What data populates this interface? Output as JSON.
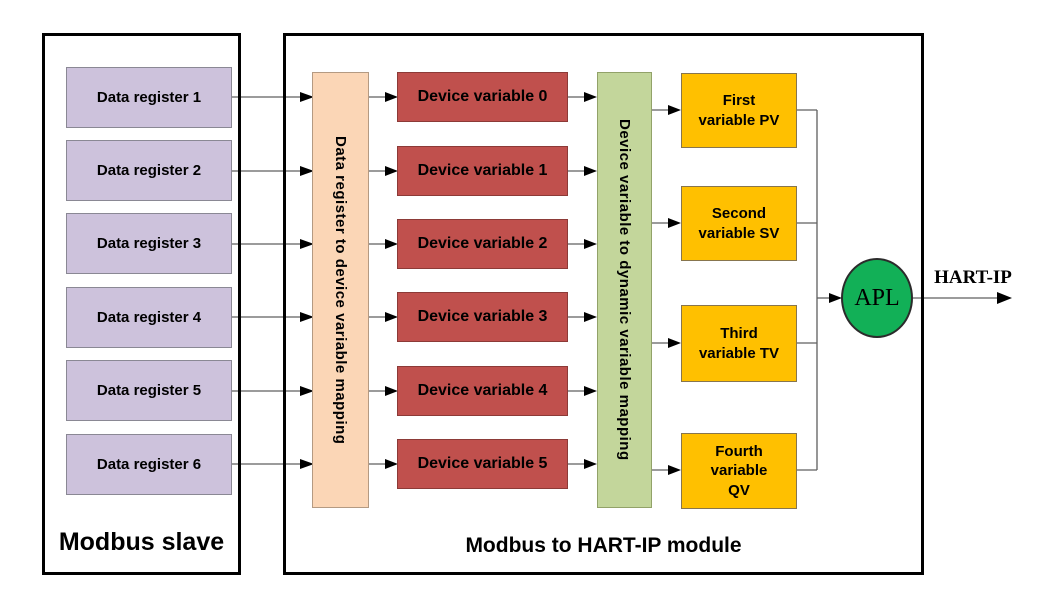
{
  "modbus_slave": {
    "label": "Modbus slave",
    "registers": [
      "Data register 1",
      "Data register 2",
      "Data register 3",
      "Data register 4",
      "Data register 5",
      "Data register 6"
    ]
  },
  "module": {
    "label": "Modbus to HART-IP module",
    "register_mapping_label": "Data register to device variable mapping",
    "device_variables": [
      "Device variable 0",
      "Device variable 1",
      "Device variable 2",
      "Device variable 3",
      "Device variable 4",
      "Device variable 5"
    ],
    "dynamic_mapping_label": "Device variable to dynamic variable mapping",
    "dynamic_variables": [
      "First\nvariable PV",
      "Second\nvariable SV",
      "Third\nvariable TV",
      "Fourth\nvariable\nQV"
    ],
    "apl_label": "APL"
  },
  "output_label": "HART-IP",
  "colors": {
    "register_fill": "#CDC2DC",
    "register_mapping_fill": "#FBD6B6",
    "device_variable_fill": "#C0504D",
    "dynamic_mapping_fill": "#C3D69B",
    "dynamic_variable_fill": "#FFC000",
    "apl_fill": "#12B057",
    "outer_border": "#000000",
    "connector_line": "#5f5f5f"
  }
}
